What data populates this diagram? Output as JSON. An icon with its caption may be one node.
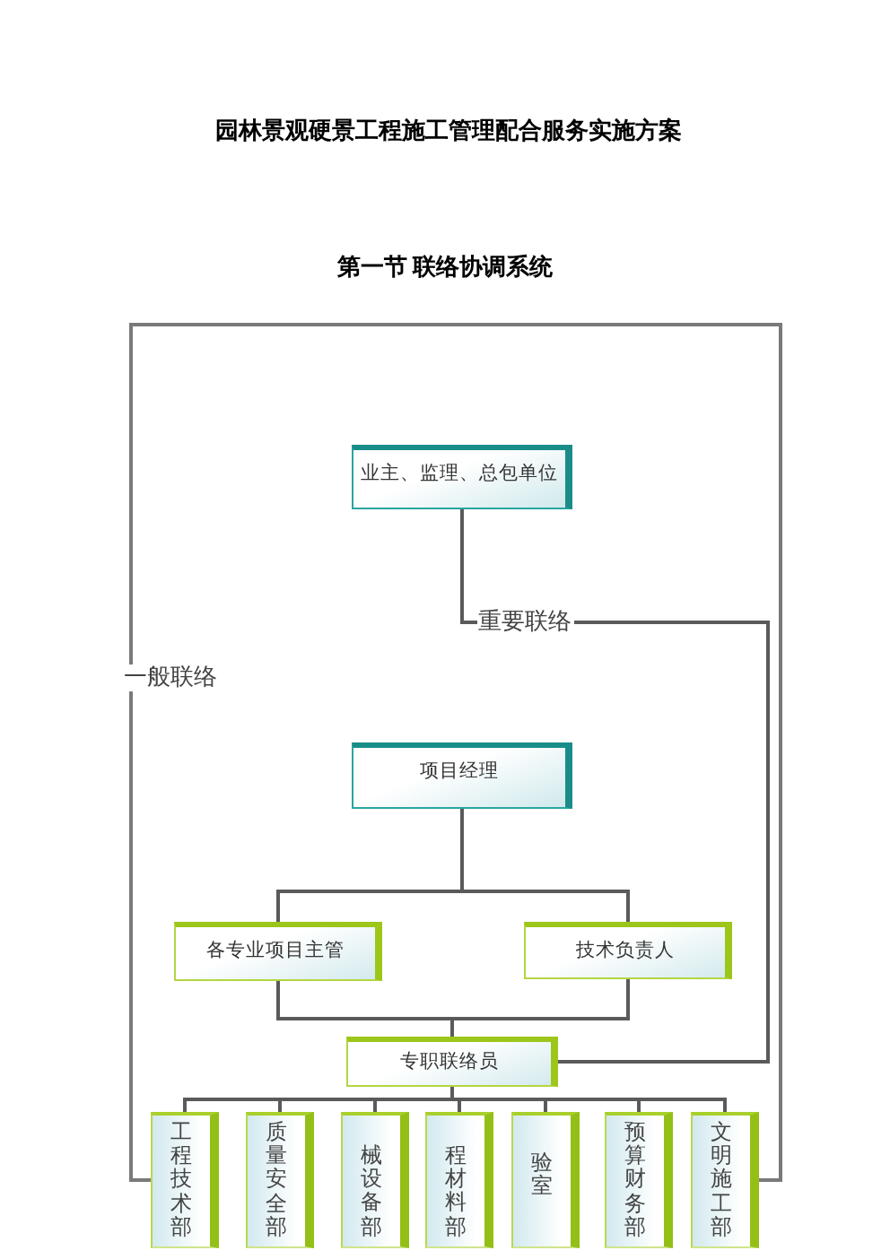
{
  "diagram": {
    "title": "园林景观硬景工程施工管理配合服务实施方案",
    "nodes": [
      {
        "text": [
          "业主、监理、总包单位"
        ]
      },
      {
        "text": [
          "项目经理"
        ]
      },
      {
        "text": [
          "各专业项目主管"
        ]
      },
      {
        "text": [
          "技术负责人"
        ]
      },
      {
        "text": [
          "专职联络员"
        ]
      },
      {
        "text": [
          "工程技术部"
        ]
      },
      {
        "text": [
          "质量安全部"
        ]
      },
      {
        "text": [
          "械设备部"
        ]
      },
      {
        "text": [
          "程材料部"
        ]
      },
      {
        "text": [
          "验室"
        ]
      },
      {
        "text": [
          "预算财务部"
        ]
      },
      {
        "text": [
          "文明施工部"
        ]
      }
    ],
    "edges": [
      {
        "from": 0,
        "to": 4,
        "arrow": "none",
        "label": "重要联络"
      },
      {
        "from": 5,
        "to": 11,
        "arrow": "none",
        "label": "一般联络"
      },
      {
        "from": 1,
        "to": 2,
        "arrow": "none"
      },
      {
        "from": 1,
        "to": 3,
        "arrow": "none"
      },
      {
        "from": 2,
        "to": 4,
        "arrow": "none"
      },
      {
        "from": 3,
        "to": 4,
        "arrow": "none"
      },
      {
        "from": 4,
        "to": 5,
        "arrow": "none"
      },
      {
        "from": 4,
        "to": 6,
        "arrow": "none"
      },
      {
        "from": 4,
        "to": 7,
        "arrow": "none"
      },
      {
        "from": 4,
        "to": 8,
        "arrow": "none"
      },
      {
        "from": 4,
        "to": 9,
        "arrow": "none"
      },
      {
        "from": 4,
        "to": 10,
        "arrow": "none"
      },
      {
        "from": 4,
        "to": 11,
        "arrow": "none"
      }
    ],
    "labels": [
      "第一节 联络协调系统"
    ]
  }
}
